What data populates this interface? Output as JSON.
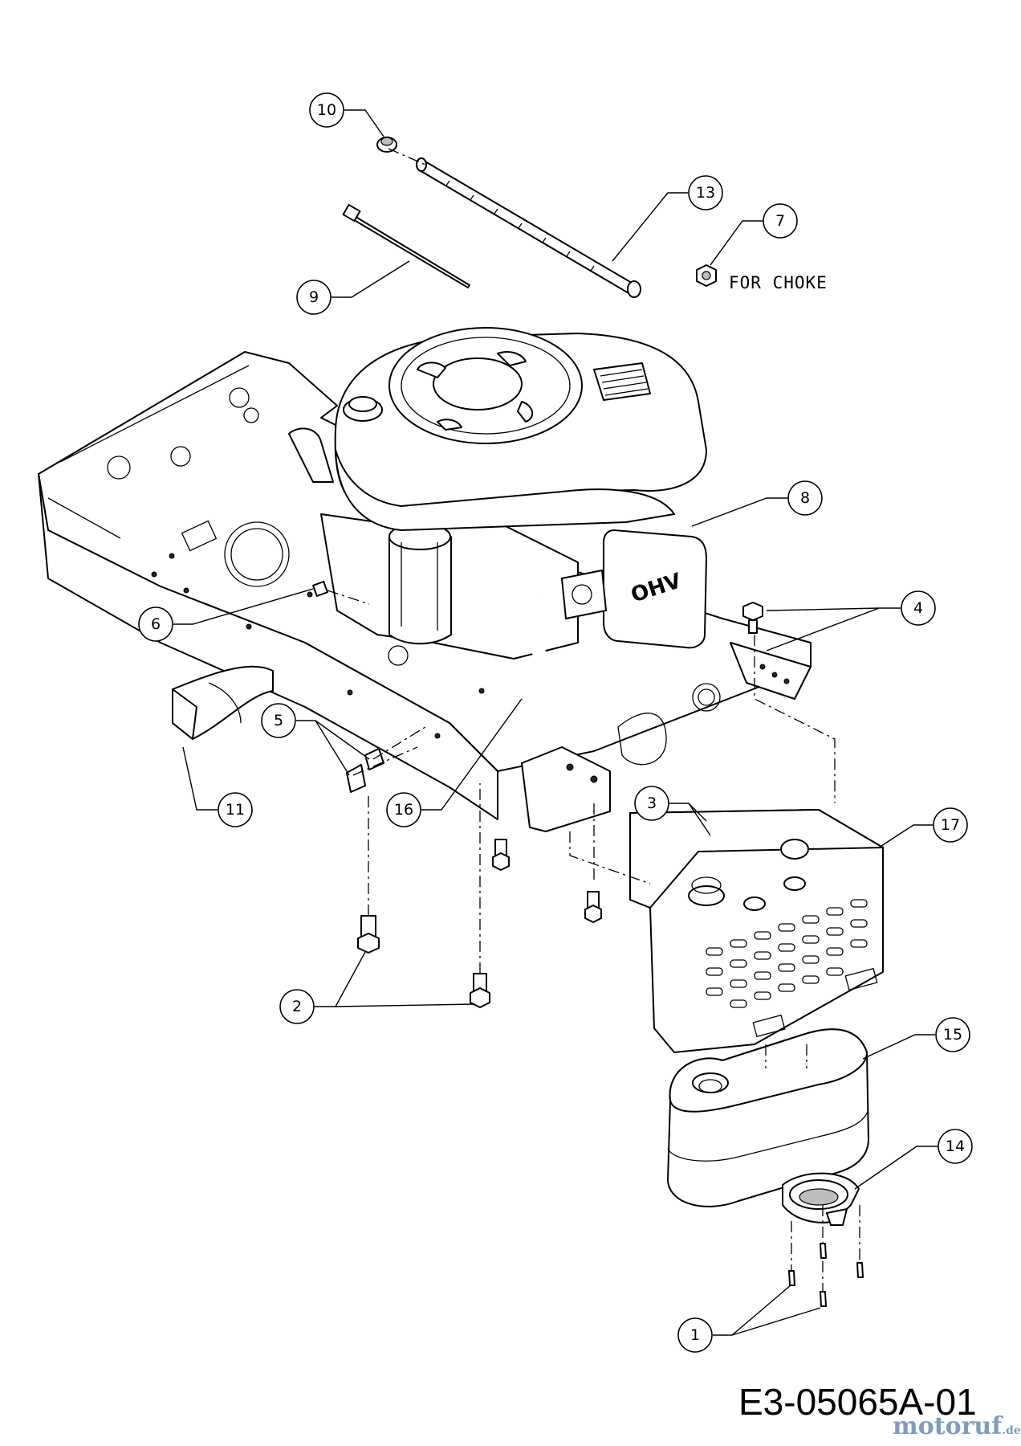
{
  "diagram": {
    "callouts": [
      "1",
      "2",
      "3",
      "4",
      "5",
      "6",
      "7",
      "8",
      "9",
      "10",
      "11",
      "13",
      "14",
      "15",
      "16",
      "17"
    ],
    "note": "FOR CHOKE",
    "drawing_id": "E3-05065A-01",
    "watermark": {
      "text": "motoruf",
      "tld": ".de",
      "color": "#7e9cbf"
    },
    "line_color": "#000000",
    "background": "#ffffff"
  }
}
